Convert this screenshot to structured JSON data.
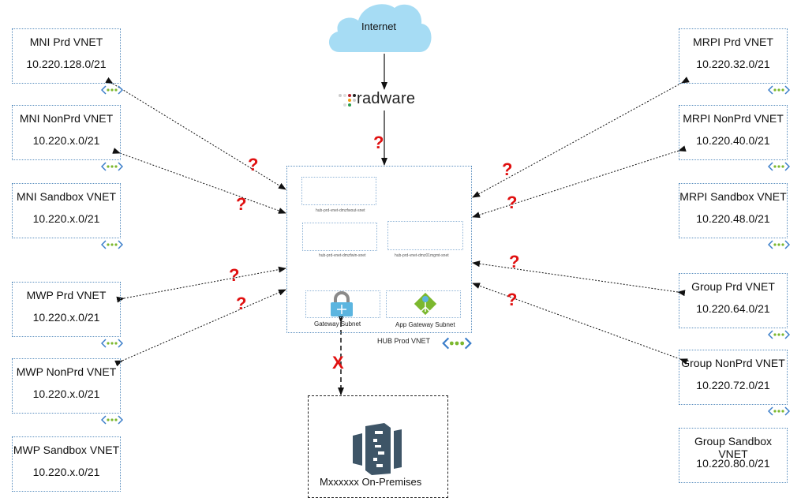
{
  "internet": {
    "label": "Internet",
    "icon": "cloud-icon",
    "color": "#a6dcf4"
  },
  "firewall": {
    "label": "radware",
    "icon": "radware-logo"
  },
  "hub": {
    "title": "HUB Prod VNET",
    "subnets": [
      {
        "label": "hub-prd-vnet-dmzfwout-snet"
      },
      {
        "label": "hub-prd-vnet-dmzfwin-snet"
      },
      {
        "label": "hub-prd-vnet-dmz01mgmt-snet"
      },
      {
        "label": "Gateway Subnet",
        "icon": "vpn-gateway-icon"
      },
      {
        "label": "App Gateway Subnet",
        "icon": "application-gateway-icon"
      }
    ]
  },
  "onprem": {
    "label": "Mxxxxxx On-Premises",
    "icon": "building-icon"
  },
  "left_vnets": [
    {
      "name": "MNI Prd VNET",
      "cidr": "10.220.128.0/21"
    },
    {
      "name": "MNI NonPrd VNET",
      "cidr": "10.220.x.0/21"
    },
    {
      "name": "MNI Sandbox VNET",
      "cidr": "10.220.x.0/21"
    },
    {
      "name": "MWP Prd VNET",
      "cidr": "10.220.x.0/21"
    },
    {
      "name": "MWP NonPrd VNET",
      "cidr": "10.220.x.0/21"
    },
    {
      "name": "MWP Sandbox VNET",
      "cidr": "10.220.x.0/21"
    }
  ],
  "right_vnets": [
    {
      "name": "MRPI Prd VNET",
      "cidr": "10.220.32.0/21"
    },
    {
      "name": "MRPI NonPrd VNET",
      "cidr": "10.220.40.0/21"
    },
    {
      "name": "MRPI Sandbox VNET",
      "cidr": "10.220.48.0/21"
    },
    {
      "name": "Group Prd VNET",
      "cidr": "10.220.64.0/21"
    },
    {
      "name": "Group NonPrd VNET",
      "cidr": "10.220.72.0/21"
    },
    {
      "name": "Group Sandbox VNET",
      "cidr": "10.220.80.0/21"
    }
  ],
  "annotations": {
    "question": "?",
    "blocked": "X"
  },
  "colors": {
    "question": "#e01010",
    "border": "#5b8fbf",
    "peering_green": "#7cb82f",
    "peering_blue": "#3a7dc9"
  }
}
